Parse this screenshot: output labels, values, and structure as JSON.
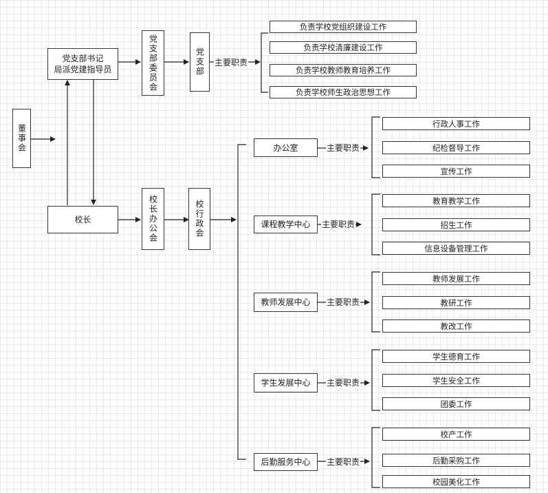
{
  "board": "董事会",
  "secretary": [
    "党支部书记",
    "局派党建指导员"
  ],
  "principal": "校长",
  "party_committee": "党支部委员会",
  "party_branch": "党支部",
  "principal_office": "校长办公会",
  "admin_council": "校行政会",
  "main_duty": "主要职责",
  "party_duties": [
    "负责学校党组织建设工作",
    "负责学校清廉建设工作",
    "负责学校教师教育培养工作",
    "负责学校师生政治思想工作"
  ],
  "departments": [
    {
      "name": "办公室",
      "duties": [
        "行政人事工作",
        "纪检督导工作",
        "宣传工作"
      ]
    },
    {
      "name": "课程教学中心",
      "duties": [
        "教育教学工作",
        "招生工作",
        "信息设备管理工作"
      ]
    },
    {
      "name": "教师发展中心",
      "duties": [
        "教师发展工作",
        "教研工作",
        "教改工作"
      ]
    },
    {
      "name": "学生发展中心",
      "duties": [
        "学生德育工作",
        "学生安全工作",
        "团委工作"
      ]
    },
    {
      "name": "后勤服务中心",
      "duties": [
        "校产工作",
        "后勤采购工作",
        "校园美化工作"
      ]
    }
  ]
}
